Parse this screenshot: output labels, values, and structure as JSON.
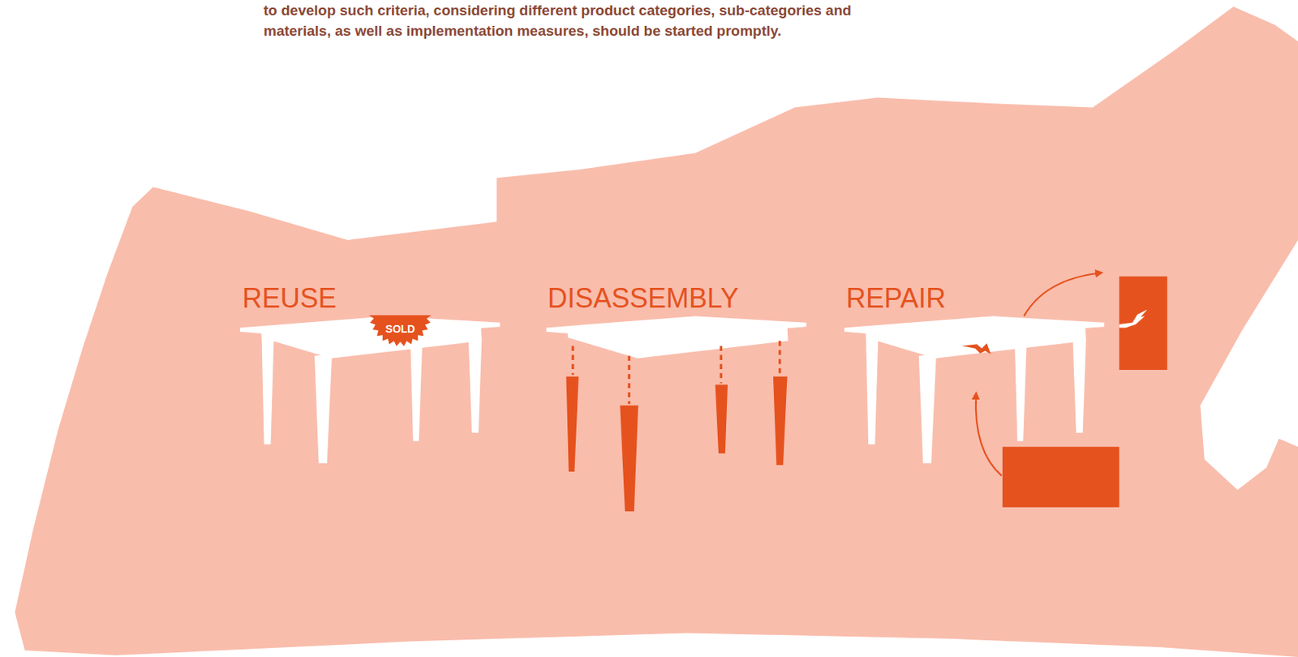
{
  "diagram": {
    "nodes": [
      {
        "text": [
          "SOLD"
        ]
      }
    ],
    "labels": [
      "to develop such criteria, considering different product categories, sub-categories and materials, as well as implementation measures, should be started promptly.",
      "REUSE",
      "DISASSEMBLY",
      "REPAIR"
    ]
  }
}
